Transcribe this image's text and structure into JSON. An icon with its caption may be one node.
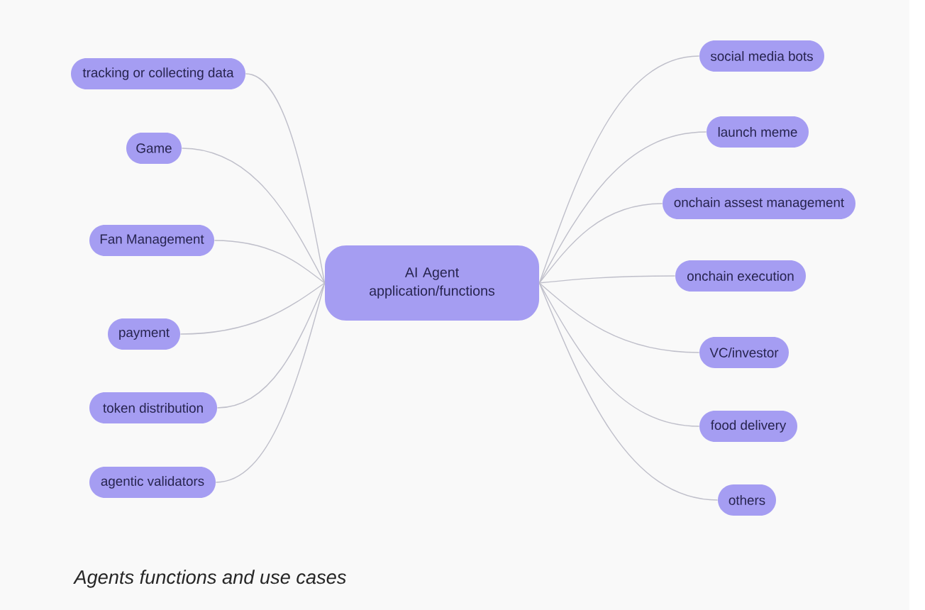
{
  "diagram": {
    "caption": "Agents functions and use cases",
    "nodes": [
      {
        "text": [
          "AI Agent application/functions"
        ]
      },
      {
        "text": [
          "tracking or collecting data"
        ]
      },
      {
        "text": [
          "Game"
        ]
      },
      {
        "text": [
          "Fan Management"
        ]
      },
      {
        "text": [
          "payment"
        ]
      },
      {
        "text": [
          "token distribution"
        ]
      },
      {
        "text": [
          "agentic validators"
        ]
      },
      {
        "text": [
          "social media bots"
        ]
      },
      {
        "text": [
          "launch meme"
        ]
      },
      {
        "text": [
          "onchain assest management"
        ]
      },
      {
        "text": [
          "onchain execution"
        ]
      },
      {
        "text": [
          "VC/investor"
        ]
      },
      {
        "text": [
          "food delivery"
        ]
      },
      {
        "text": [
          "others"
        ]
      }
    ],
    "edges": [
      {
        "from": 0,
        "to": 1,
        "arrow": "none"
      },
      {
        "from": 0,
        "to": 2,
        "arrow": "none"
      },
      {
        "from": 0,
        "to": 3,
        "arrow": "none"
      },
      {
        "from": 0,
        "to": 4,
        "arrow": "none"
      },
      {
        "from": 0,
        "to": 5,
        "arrow": "none"
      },
      {
        "from": 0,
        "to": 6,
        "arrow": "none"
      },
      {
        "from": 0,
        "to": 7,
        "arrow": "none"
      },
      {
        "from": 0,
        "to": 8,
        "arrow": "none"
      },
      {
        "from": 0,
        "to": 9,
        "arrow": "none"
      },
      {
        "from": 0,
        "to": 10,
        "arrow": "none"
      },
      {
        "from": 0,
        "to": 11,
        "arrow": "none"
      },
      {
        "from": 0,
        "to": 12,
        "arrow": "none"
      },
      {
        "from": 0,
        "to": 13,
        "arrow": "none"
      }
    ]
  }
}
